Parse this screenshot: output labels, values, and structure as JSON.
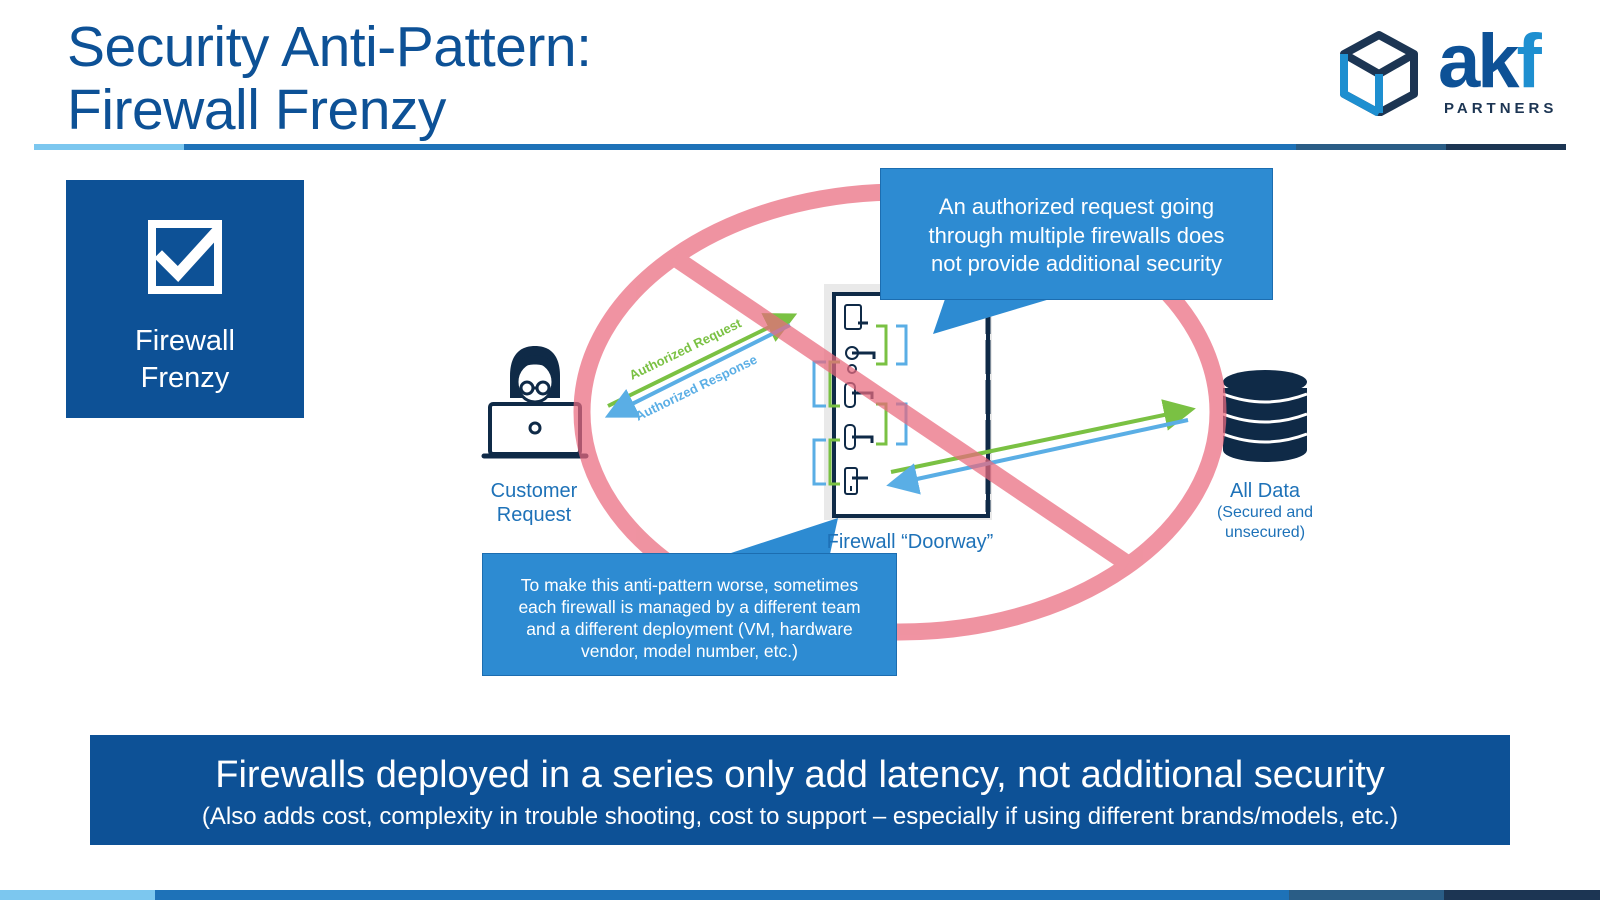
{
  "header": {
    "title_line1": "Security Anti-Pattern:",
    "title_line2": "Firewall Frenzy"
  },
  "logo": {
    "word_main": "ak",
    "word_accent": "f",
    "subtitle": "PARTNERS",
    "icon": "cube-icon"
  },
  "tile": {
    "icon": "checkbox-icon",
    "label_line1": "Firewall",
    "label_line2": "Frenzy"
  },
  "diagram": {
    "customer": {
      "icon": "person-laptop-icon",
      "label_line1": "Customer",
      "label_line2": "Request"
    },
    "request_arrow_label": "Authorized Request",
    "response_arrow_label": "Authorized Response",
    "firewall": {
      "icon": "door-locks-icon",
      "label": "Firewall “Doorway”"
    },
    "data": {
      "icon": "database-icon",
      "label": "All Data",
      "sublabel_line1": "(Secured and",
      "sublabel_line2": "unsecured)"
    },
    "prohibition_icon": "prohibited-sign-icon"
  },
  "callouts": {
    "top_lines": [
      "An authorized request going",
      "through multiple firewalls does",
      "not provide additional security"
    ],
    "bottom_lines": [
      "To make this anti-pattern worse, sometimes",
      "each firewall is managed by a different team",
      "and a different deployment (VM, hardware",
      "vendor, model number, etc.)"
    ]
  },
  "banner": {
    "main": "Firewalls deployed in a series only add latency, not additional security",
    "sub": "(Also adds cost, complexity in trouble shooting, cost to support – especially if using different brands/models, etc.)"
  },
  "colors": {
    "brand_dark": "#0d5196",
    "brand_light": "#2d8bd2",
    "request_green": "#7ac143",
    "response_blue": "#5aaee5",
    "prohibition_red": "#ea6a7e"
  }
}
